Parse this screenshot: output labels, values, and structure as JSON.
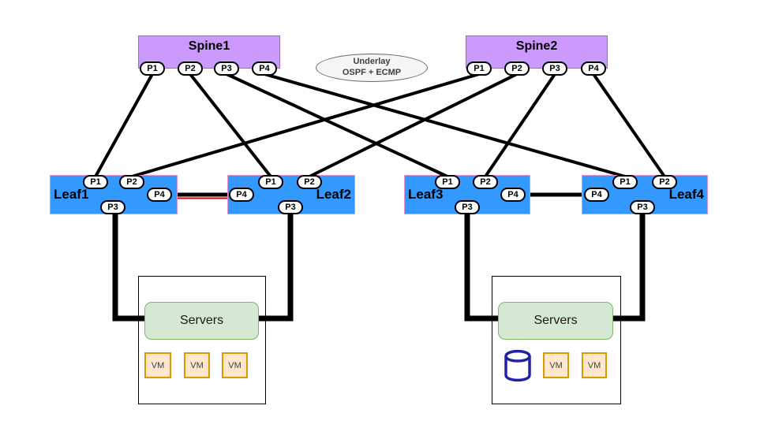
{
  "spines": [
    {
      "label": "Spine1",
      "ports": [
        "P1",
        "P2",
        "P3",
        "P4"
      ]
    },
    {
      "label": "Spine2",
      "ports": [
        "P1",
        "P2",
        "P3",
        "P4"
      ]
    }
  ],
  "underlay": {
    "line1": "Underlay",
    "line2": "OSPF + ECMP"
  },
  "leaves": [
    {
      "label": "Leaf1",
      "ports": [
        "P1",
        "P2",
        "P3",
        "P4"
      ]
    },
    {
      "label": "Leaf2",
      "ports": [
        "P1",
        "P2",
        "P3",
        "P4"
      ]
    },
    {
      "label": "Leaf3",
      "ports": [
        "P1",
        "P2",
        "P3",
        "P4"
      ]
    },
    {
      "label": "Leaf4",
      "ports": [
        "P1",
        "P2",
        "P3",
        "P4"
      ]
    }
  ],
  "servers": [
    {
      "label": "Servers",
      "vms": [
        "VM",
        "VM",
        "VM"
      ]
    },
    {
      "label": "Servers",
      "vms": [
        "VM",
        "VM"
      ]
    }
  ],
  "icons": {
    "database": "database-cylinder-icon"
  },
  "colors": {
    "spine_fill": "#CC99FF",
    "spine_border": "#9673A6",
    "leaf_fill": "#3399FF",
    "leaf_border": "#E891CB",
    "servers_fill": "#D5E8D4",
    "servers_border": "#82B366",
    "vm_fill": "#FFE6CC",
    "vm_border": "#D79B00",
    "link": "#000000",
    "peer_link_red": "#E00000",
    "database_blue": "#2020A8",
    "ellipse_fill": "#F5F5F5"
  }
}
